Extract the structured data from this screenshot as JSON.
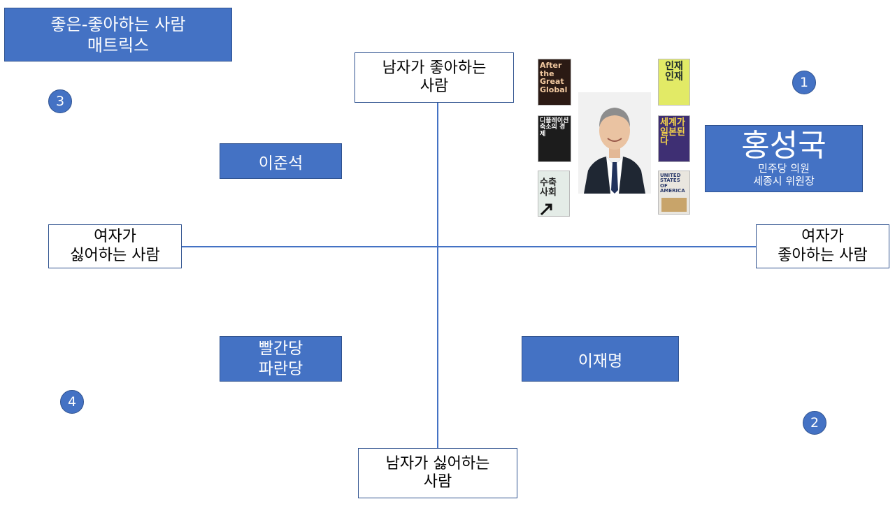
{
  "title": {
    "line1": "좋은-좋아하는 사람",
    "line2": "매트릭스"
  },
  "axes": {
    "top": {
      "line1": "남자가 좋아하는",
      "line2": "사람"
    },
    "bottom": {
      "line1": "남자가 싫어하는",
      "line2": "사람"
    },
    "left": {
      "line1": "여자가",
      "line2": "싫어하는 사람"
    },
    "right": {
      "line1": "여자가",
      "line2": "좋아하는 사람"
    }
  },
  "quadrant_numbers": {
    "q1": "1",
    "q2": "2",
    "q3": "3",
    "q4": "4"
  },
  "items": {
    "lee_junseok": "이준석",
    "parties": {
      "line1": "빨간당",
      "line2": "파란당"
    },
    "lee_jaemyung": "이재명"
  },
  "profile": {
    "name": "홍성국",
    "role1": "민주당 의원",
    "role2": "세종시 위원장"
  },
  "books": {
    "b1": "After the Great Global",
    "b2": "인재 인재",
    "b3": "디플레이션 축소의 경제",
    "b4": "세계가 일본된다",
    "b5": "수축 사회",
    "b6": "UNITED STATES OF AMERICA"
  },
  "colors": {
    "accent": "#4472c4",
    "border": "#2f528f"
  }
}
